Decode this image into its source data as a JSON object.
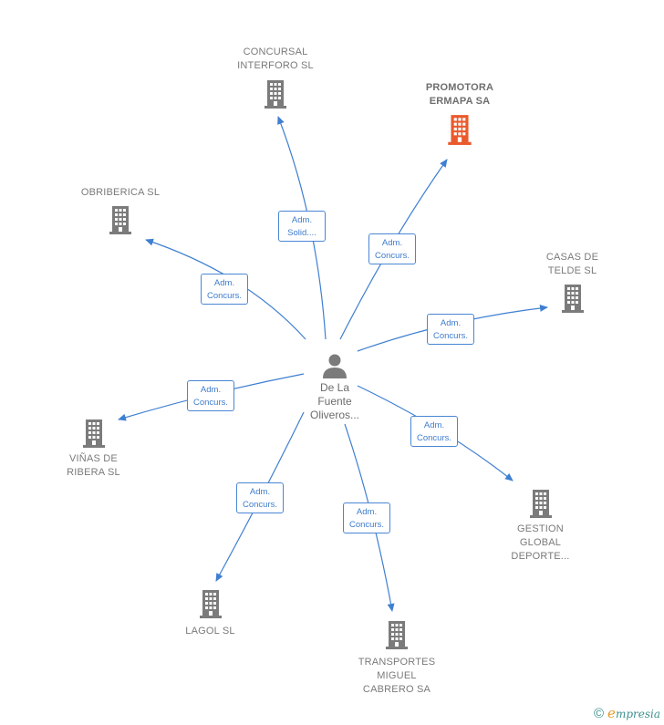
{
  "center": {
    "label_lines": [
      "De La",
      "Fuente",
      "Oliveros..."
    ]
  },
  "colors": {
    "edge": "#3f7fd1",
    "building": "#7b7b7b",
    "highlight": "#ea5a2c"
  },
  "nodes": [
    {
      "id": "concursal",
      "lines": [
        "CONCURSAL",
        "INTERFORO SL"
      ],
      "highlight": false
    },
    {
      "id": "promotora",
      "lines": [
        "PROMOTORA",
        "ERMAPA SA"
      ],
      "highlight": true
    },
    {
      "id": "obriberica",
      "lines": [
        "OBRIBERICA SL"
      ],
      "highlight": false
    },
    {
      "id": "casas",
      "lines": [
        "CASAS DE",
        "TELDE SL"
      ],
      "highlight": false
    },
    {
      "id": "vinas",
      "lines": [
        "VIÑAS DE",
        "RIBERA SL"
      ],
      "highlight": false
    },
    {
      "id": "gestion",
      "lines": [
        "GESTION",
        "GLOBAL",
        "DEPORTE..."
      ],
      "highlight": false
    },
    {
      "id": "lagol",
      "lines": [
        "LAGOL SL"
      ],
      "highlight": false
    },
    {
      "id": "transportes",
      "lines": [
        "TRANSPORTES",
        "MIGUEL",
        "CABRERO SA"
      ],
      "highlight": false
    }
  ],
  "edges": [
    {
      "to": "concursal",
      "lines": [
        "Adm.",
        "Solid...."
      ]
    },
    {
      "to": "promotora",
      "lines": [
        "Adm.",
        "Concurs."
      ]
    },
    {
      "to": "obriberica",
      "lines": [
        "Adm.",
        "Concurs."
      ]
    },
    {
      "to": "casas",
      "lines": [
        "Adm.",
        "Concurs."
      ]
    },
    {
      "to": "vinas",
      "lines": [
        "Adm.",
        "Concurs."
      ]
    },
    {
      "to": "gestion",
      "lines": [
        "Adm.",
        "Concurs."
      ]
    },
    {
      "to": "lagol",
      "lines": [
        "Adm.",
        "Concurs."
      ]
    },
    {
      "to": "transportes",
      "lines": [
        "Adm.",
        "Concurs."
      ]
    }
  ],
  "footer": {
    "copyright_symbol": "©",
    "brand_initial": "e",
    "brand_rest": "mpresia"
  }
}
